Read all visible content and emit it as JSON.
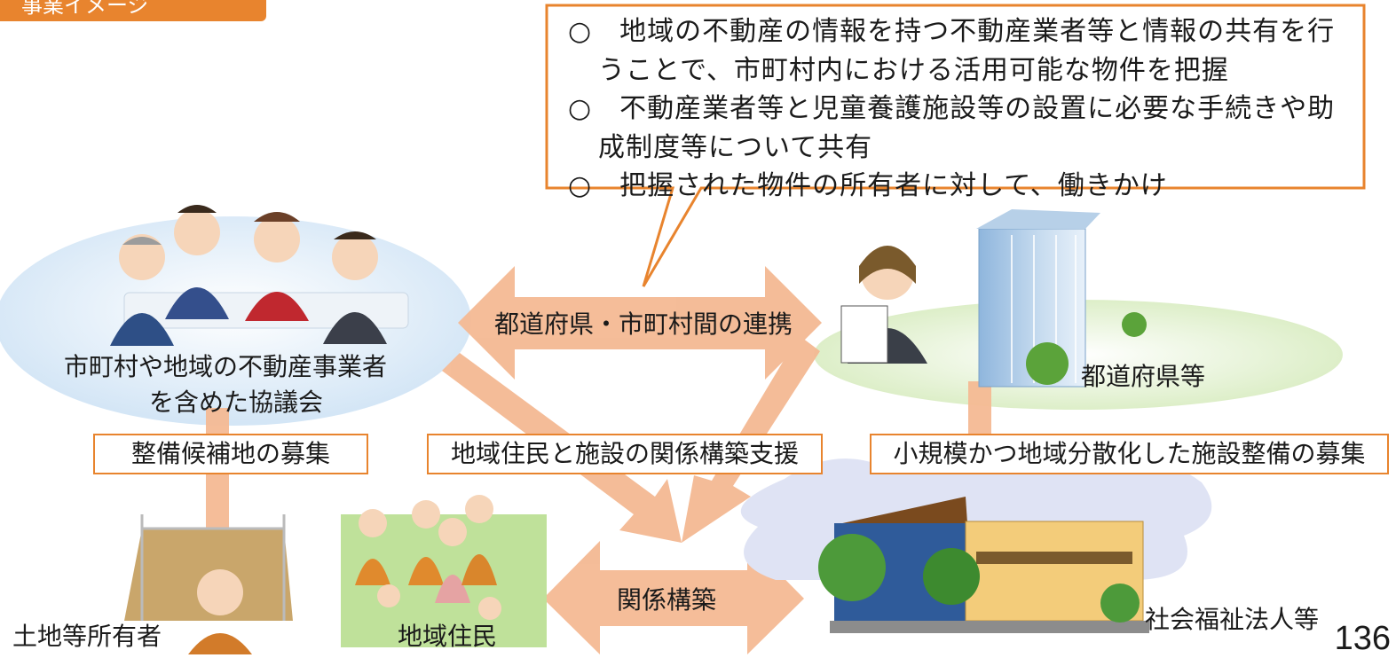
{
  "tag": {
    "label": "事業イメージ"
  },
  "callout": {
    "lines": [
      {
        "text": "○　地域の不動産の情報を持つ不動産業者等と情報の共有を行"
      },
      {
        "text": "うことで、市町村内における活用可能な物件を把握"
      },
      {
        "text": "○　不動産業者等と児童養護施設等の設置に必要な手続きや助"
      },
      {
        "text": "成制度等について共有"
      },
      {
        "text": "○　把握された物件の所有者に対して、働きかけ"
      }
    ]
  },
  "council": {
    "label_line1": "市町村や地域の不動産事業者",
    "label_line2": "を含めた協議会"
  },
  "prefecture": {
    "label": "都道府県等"
  },
  "arrows": {
    "pref_city": "都道府県・市町村間の連携",
    "relationship": "関係構築"
  },
  "boxes": {
    "land_recruit": "整備候補地の募集",
    "community_support": "地域住民と施設の関係構築支援",
    "facility_recruit": "小規模かつ地域分散化した施設整備の募集"
  },
  "bottom": {
    "landowner": "土地等所有者",
    "residents": "地域住民",
    "corporation": "社会福祉法人等"
  },
  "page_number": "136",
  "colors": {
    "accent": "#e8842e",
    "arrow": "#f4b993",
    "council_bg": "#cfe3f5",
    "pref_bg": "#dcecc6"
  }
}
